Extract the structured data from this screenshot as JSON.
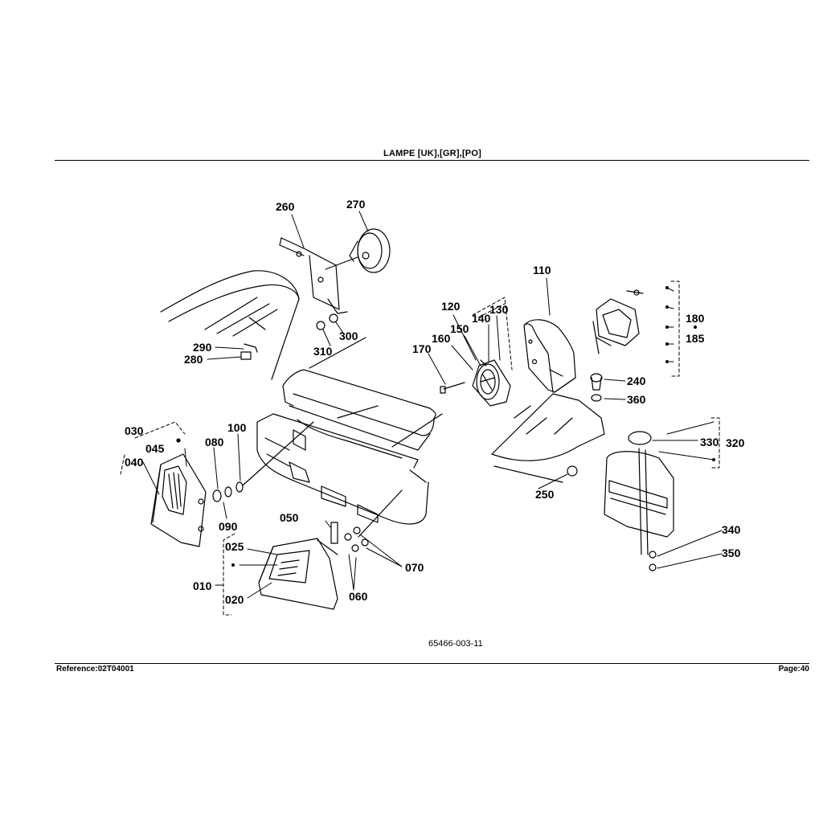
{
  "header": {
    "title": "LAMPE   [UK],[GR],[PO]"
  },
  "footer": {
    "reference": "Reference:02T04001",
    "page": "Page:40"
  },
  "diagram": {
    "drawing_code": "65466-003-11",
    "callouts": {
      "c010": "010",
      "c020": "020",
      "c025": "025",
      "c030": "030",
      "c040": "040",
      "c045": "045",
      "c050": "050",
      "c060": "060",
      "c070": "070",
      "c080": "080",
      "c090": "090",
      "c100": "100",
      "c110": "110",
      "c120": "120",
      "c130": "130",
      "c140": "140",
      "c150": "150",
      "c160": "160",
      "c170": "170",
      "c180": "180",
      "c185": "185",
      "c240": "240",
      "c250": "250",
      "c260": "260",
      "c270": "270",
      "c280": "280",
      "c290": "290",
      "c300": "300",
      "c310": "310",
      "c320": "320",
      "c330": "330",
      "c340": "340",
      "c350": "350",
      "c360": "360"
    }
  }
}
